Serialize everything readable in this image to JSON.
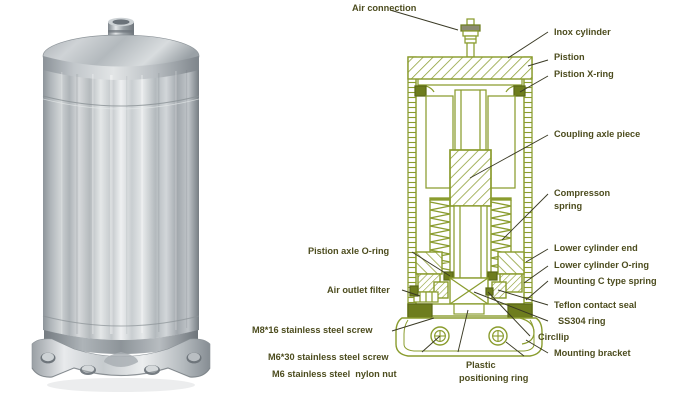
{
  "figure": {
    "title": "Pneumatic stainless steel cylinder — cross-section with part callouts",
    "colors": {
      "line": "#8a9c2e",
      "line_dark": "#6f7f22",
      "fill_light": "#ffffff",
      "fill_olive": "#6e7d1e",
      "text": "#4d4d1f",
      "leader": "#3a3a25",
      "metal_light": "#e9ebed",
      "metal_mid": "#b9bec2",
      "metal_dark": "#7c8388",
      "background": "#ffffff"
    }
  },
  "photo": {
    "name": "stainless-steel-cylinder-photo",
    "description": "Brushed inox cylinder standing upright with air connection on top and mounting bracket at base"
  },
  "labels": {
    "air_connection": "Air connection",
    "inox_cylinder": "Inox cylinder",
    "pistion": "Pistion",
    "pistion_x_ring": "Pistion X-ring",
    "coupling_axle_piece": "Coupling axle piece",
    "compresson_spring_l1": "Compresson",
    "compresson_spring_l2": "spring",
    "lower_cylinder_end": "Lower cylinder end",
    "lower_cylinder_o_ring": "Lower cylinder O-ring",
    "mounting_c_type_spring": "Mounting C type spring",
    "teflon_contact_seal": "Teflon contact seal",
    "ss304_ring": "SS304 ring",
    "circllip": "Circllip",
    "mounting_bracket": "Mounting bracket",
    "pistion_axle_o_ring": "Pistion axle O-ring",
    "air_outlet_filter": "Air outlet filter",
    "m8_screw": "M8*16 stainless steel screw",
    "m6_screw": "M6*30 stainless steel screw",
    "m6_nut": "M6 stainless steel  nylon nut",
    "plastic_ring_l1": "Plastic",
    "plastic_ring_l2": "positioning ring"
  }
}
